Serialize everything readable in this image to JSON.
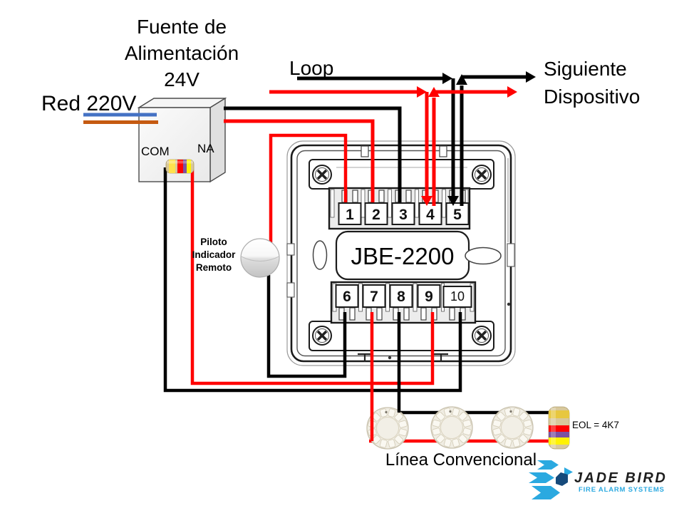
{
  "power_supply": {
    "title_lines": [
      "Fuente de",
      "Alimentación",
      "24V"
    ],
    "mains_label": "Red 220V",
    "com_label": "COM",
    "na_label": "NA"
  },
  "loop_label": "Loop",
  "next_device_lines": [
    "Siguiente",
    "Dispositivo"
  ],
  "pilot_lines": [
    "Piloto",
    "Indicador",
    "Remoto"
  ],
  "module": {
    "model": "JBE-2200",
    "terminals_top": [
      "1",
      "2",
      "3",
      "4",
      "5"
    ],
    "terminals_bottom": [
      "6",
      "7",
      "8",
      "9",
      "10"
    ]
  },
  "conventional_line_label": "Línea Convencional",
  "eol_label": "EOL = 4K7",
  "detector_count": 3,
  "logo": {
    "brand": "JADE BIRD",
    "tagline": "FIRE ALARM SYSTEMS"
  },
  "colors": {
    "wire_red": "#FF0000",
    "wire_black": "#000000",
    "mains_blue": "#4472C4",
    "mains_orange": "#C55A11",
    "logo_cyan": "#2BA9E0",
    "logo_navy": "#164A7B",
    "resistor_body": "#D8C89B",
    "resistor_band_yellow": "#FFE14D",
    "resistor_band_red": "#FF0000",
    "resistor_band_purple": "#7B52A1",
    "resistor_band_yellow2": "#FFF200"
  }
}
